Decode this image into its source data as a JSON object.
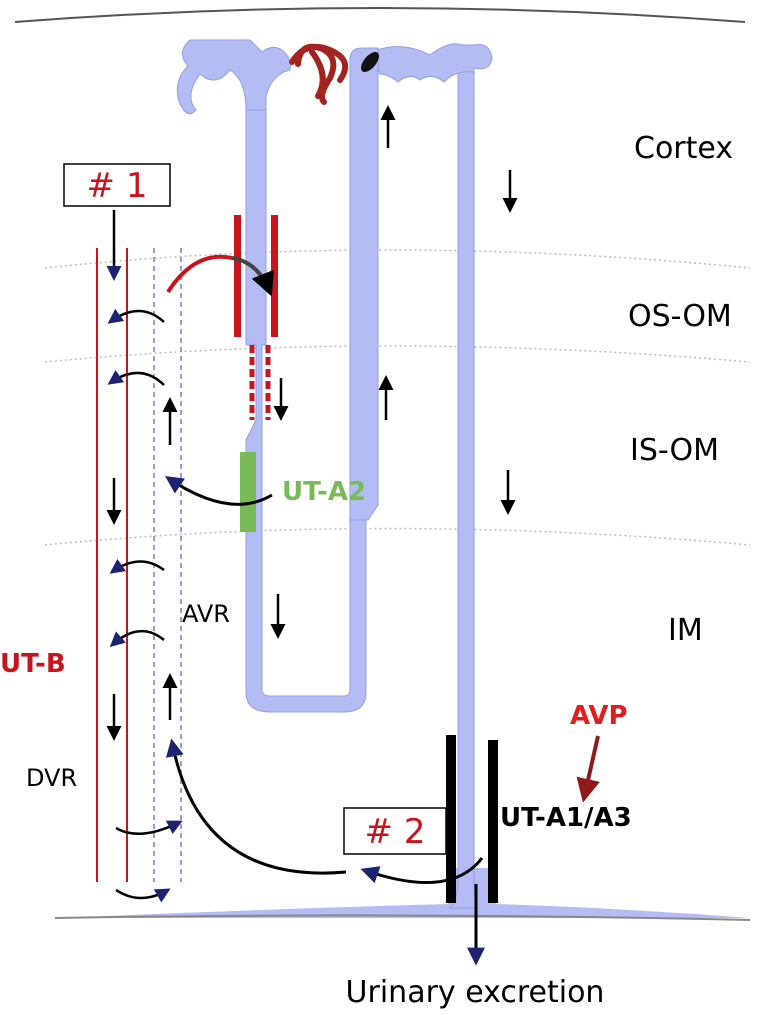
{
  "zones": {
    "cortex": "Cortex",
    "os_om": "OS-OM",
    "is_om": "IS-OM",
    "im": "IM"
  },
  "markers": {
    "marker_1": "# 1",
    "marker_2": "# 2"
  },
  "transporters": {
    "ut_a2": "UT-A2",
    "ut_b": "UT-B",
    "ut_a1_a3": "UT-A1/A3",
    "avp": "AVP"
  },
  "vessels": {
    "avr": "AVR",
    "dvr": "DVR"
  },
  "outflow": {
    "urinary_excretion": "Urinary excretion"
  },
  "colors": {
    "tubule": "#b3bdf3",
    "tubule_edge": "#8f9de6",
    "red": "#c8141c",
    "green": "#78bb56",
    "black": "#000000",
    "navy": "#1c2370",
    "dashed_blue": "#6f7fd6",
    "dark_red": "#8c1c1c",
    "zone_line": "#bbbbbb"
  }
}
